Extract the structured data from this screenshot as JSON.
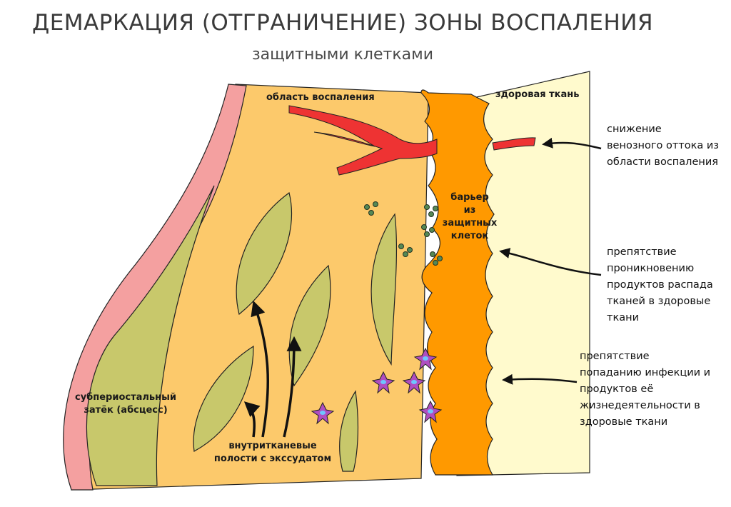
{
  "title": "ДЕМАРКАЦИЯ (ОТГРАНИЧЕНИЕ) ЗОНЫ ВОСПАЛЕНИЯ",
  "subtitle": "защитными клетками",
  "labels": {
    "inflammation_area": "область воспаления",
    "healthy_tissue": "здоровая ткань",
    "barrier_line1": "барьер",
    "barrier_line2": "из",
    "barrier_line3": "защитных",
    "barrier_line4": "клеток",
    "abscess_line1": "субпериостальный",
    "abscess_line2": "затёк (абсцесс)",
    "cavities_line1": "внутритканевые",
    "cavities_line2": "полости с экссудатом"
  },
  "notes": {
    "venous_outflow": [
      "снижение",
      "венозного оттока из",
      "области воспаления"
    ],
    "decay_products": [
      "препятствие",
      "проникновению",
      "продуктов распада",
      "тканей в здоровые",
      "ткани"
    ],
    "infection": [
      "препятствие",
      "попаданию инфекции и",
      "продуктов её",
      "жизнедеятельности в",
      "здоровые ткани"
    ]
  },
  "colors": {
    "periosteum": "#f4a0a0",
    "inflamed_tissue": "#fcc96b",
    "barrier": "#ff9900",
    "healthy": "#fffacd",
    "abscess": "#c8c86b",
    "vessel": "#ee3333",
    "phagocyte": "#b04ec0"
  }
}
